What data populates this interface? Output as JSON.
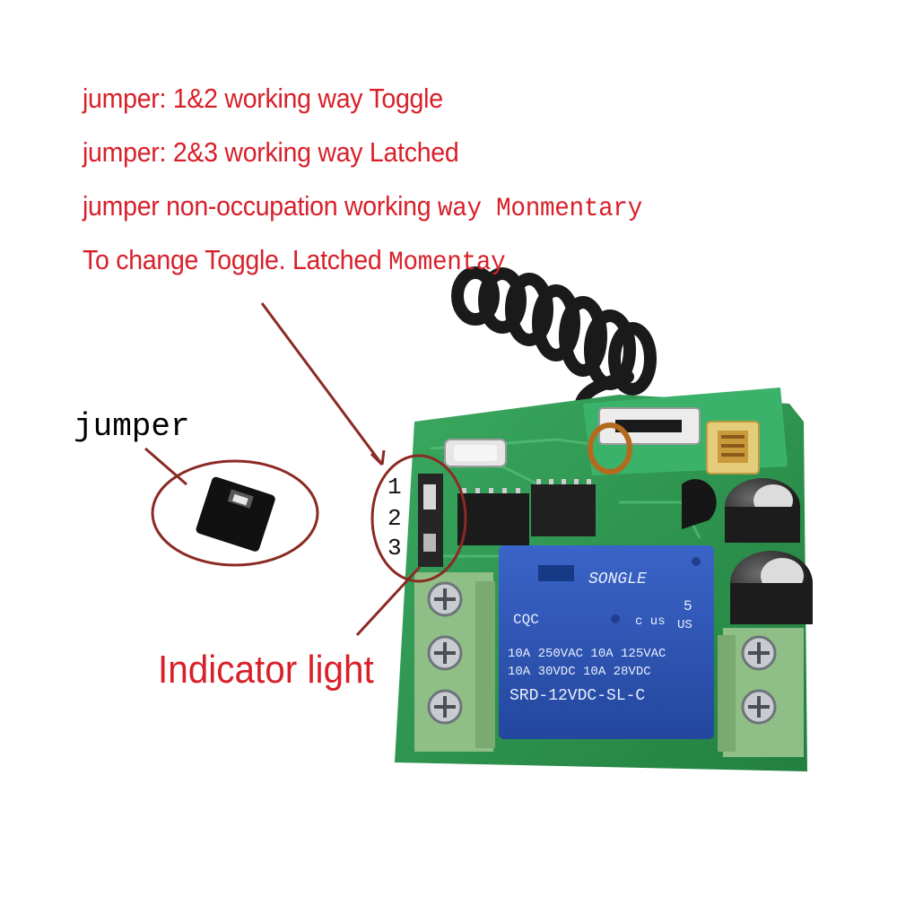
{
  "notes": {
    "line1": {
      "main": "jumper: 1&2 working way  Toggle",
      "tail": ""
    },
    "line2": {
      "main": "jumper: 2&3 working way  Latched",
      "tail": ""
    },
    "line3": {
      "main": "jumper non-occupation working ",
      "tail": "way Monmentary"
    },
    "line4": {
      "main": "To change Toggle. Latched ",
      "tail": "Momentay"
    }
  },
  "jumper_label": "jumper",
  "indicator_label": "Indicator light",
  "pins": [
    "1",
    "2",
    "3"
  ],
  "relay": {
    "brand": "SONGLE",
    "number": "5",
    "us_mark": "US",
    "ratings_row1": "10A 250VAC  10A 125VAC",
    "ratings_row2": "10A  30VDC  10A  28VDC",
    "model": "SRD-12VDC-SL-C",
    "cqc_mark": "CQC",
    "ul_mark": "c  us"
  },
  "colors": {
    "annotation_red": "#d8202a",
    "arrow_brown": "#8b2a24",
    "pcb_green": "#2f9a54",
    "relay_blue": "#2c56b8",
    "terminal_green": "#8fbf86"
  }
}
